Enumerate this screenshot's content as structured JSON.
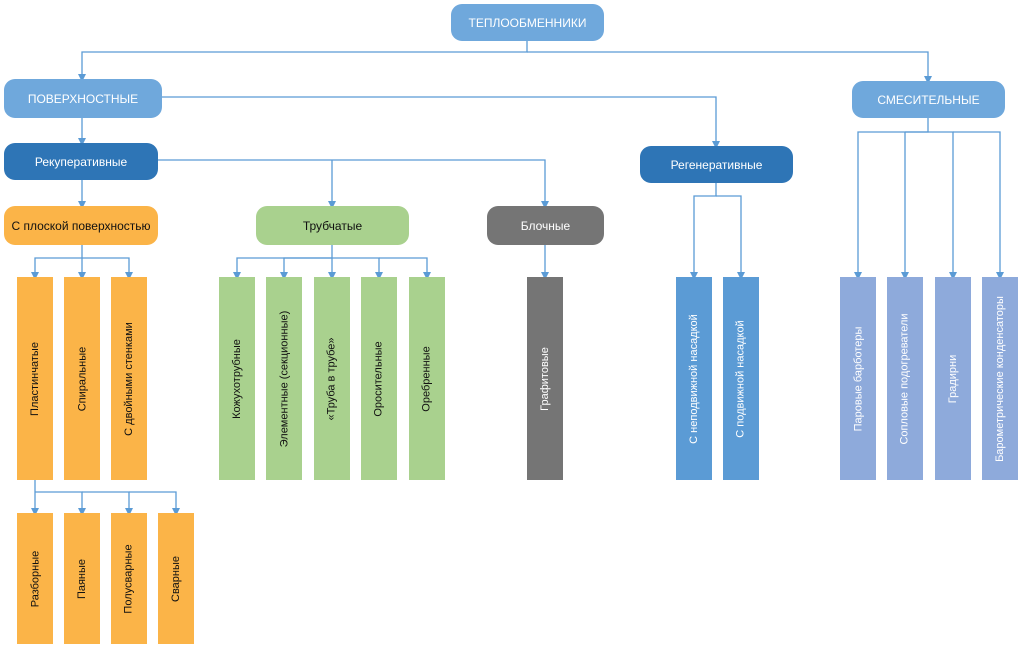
{
  "colors": {
    "line": "#5b9bd5",
    "root": "#6fa8dc",
    "level1": "#6fa8dc",
    "level2": "#2e75b6",
    "orange": "#fbb448",
    "green": "#a9d18e",
    "gray": "#757575",
    "lavender": "#8eaadb"
  },
  "root": {
    "label": "ТЕПЛООБМЕННИКИ"
  },
  "surface": {
    "label": "ПОВЕРХНОСТНЫЕ"
  },
  "mixing": {
    "label": "СМЕСИТЕЛЬНЫЕ",
    "items": [
      "Паровые барботеры",
      "Сопловые подогреватели",
      "Градирни",
      "Барометрические конденсаторы"
    ]
  },
  "recuperative": {
    "label": "Рекуперативные"
  },
  "regenerative": {
    "label": "Регенеративные",
    "items": [
      "С неподвижной насадкой",
      "С подвижной насадкой"
    ]
  },
  "flat": {
    "label": "С плоской поверхностью",
    "items": [
      "Пластинчатые",
      "Спиральные",
      "С двойными стенками"
    ],
    "sub_items": [
      "Разборные",
      "Паяные",
      "Полусварные",
      "Сварные"
    ]
  },
  "tubular": {
    "label": "Трубчатые",
    "items": [
      "Кожухотрубные",
      "Элементные (секционные)",
      "«Труба в трубе»",
      "Оросительные",
      "Оребренные"
    ]
  },
  "block": {
    "label": "Блочные",
    "items": [
      "Графитовые"
    ]
  }
}
